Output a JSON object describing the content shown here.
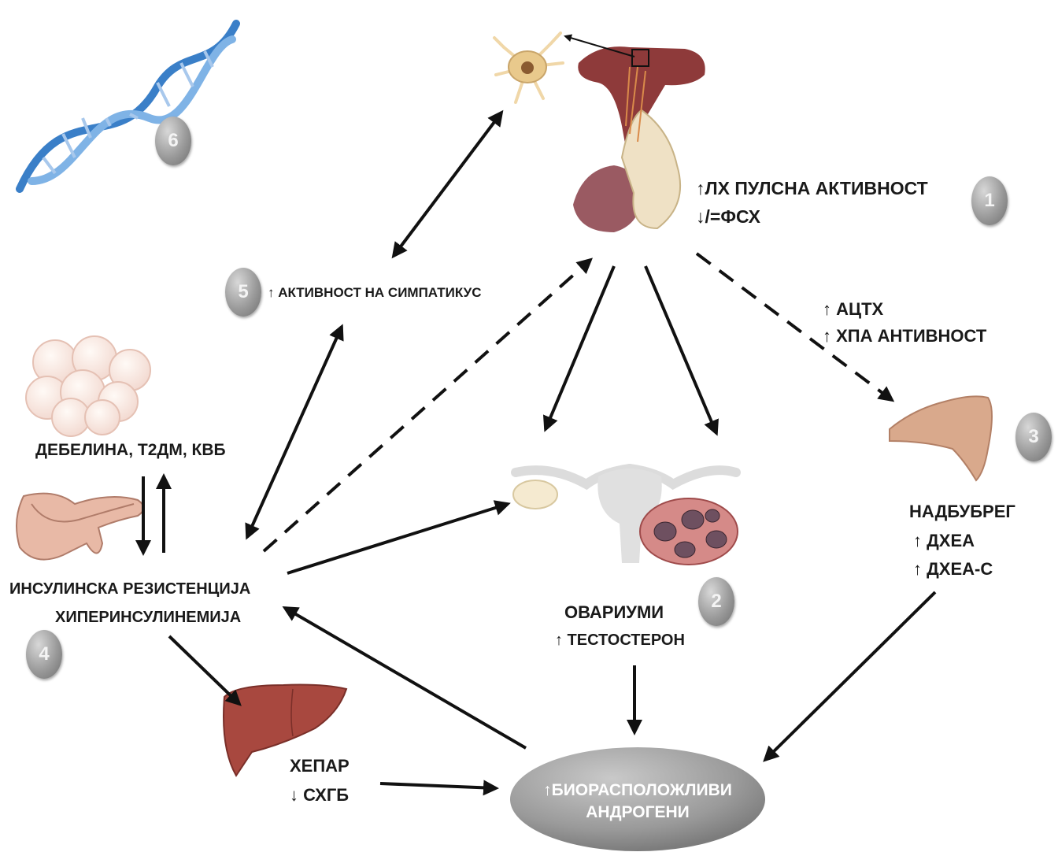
{
  "labels": {
    "lh_line1": "↑ЛХ ПУЛСНА АКТИВНОСТ",
    "lh_line2": "↓/=ФСХ",
    "sympathetic": "↑ АКТИВНОСТ НА СИМПАТИКУС",
    "acth_line1": "↑ АЦТХ",
    "acth_line2": "↑ ХПА АНТИВНОСТ",
    "obesity": "ДЕБЕЛИНА, Т2ДМ, КВБ",
    "insulin_line1": "ИНСУЛИНСКА РЕЗИСТЕНЦИЈА",
    "insulin_line2": "ХИПЕРИНСУЛИНЕМИЈА",
    "ovaries_title": "ОВАРИУМИ",
    "ovaries_sub": "↑ ТЕСТОСТЕРОН",
    "adrenal_title": "НАДБУБРЕГ",
    "adrenal_line1": "↑ ДХЕА",
    "adrenal_line2": "↑ ДХЕА-С",
    "liver_title": "ХЕПАР",
    "liver_sub": "↓ СХГБ",
    "androgens_line1": "↑БИОРАСПОЛОЖЛИВИ",
    "androgens_line2": "АНДРОГЕНИ"
  },
  "badges": [
    "1",
    "2",
    "3",
    "4",
    "5",
    "6"
  ],
  "colors": {
    "arrow": "#111111",
    "badge": "#8f8f8f",
    "ellipse": "#9c9c9c",
    "text": "#1a1a1a"
  },
  "illustrations": [
    "neuron",
    "pituitary-gland",
    "dna-helix",
    "fat-cells",
    "pancreas",
    "uterus-ovaries",
    "adrenal-gland",
    "liver"
  ]
}
